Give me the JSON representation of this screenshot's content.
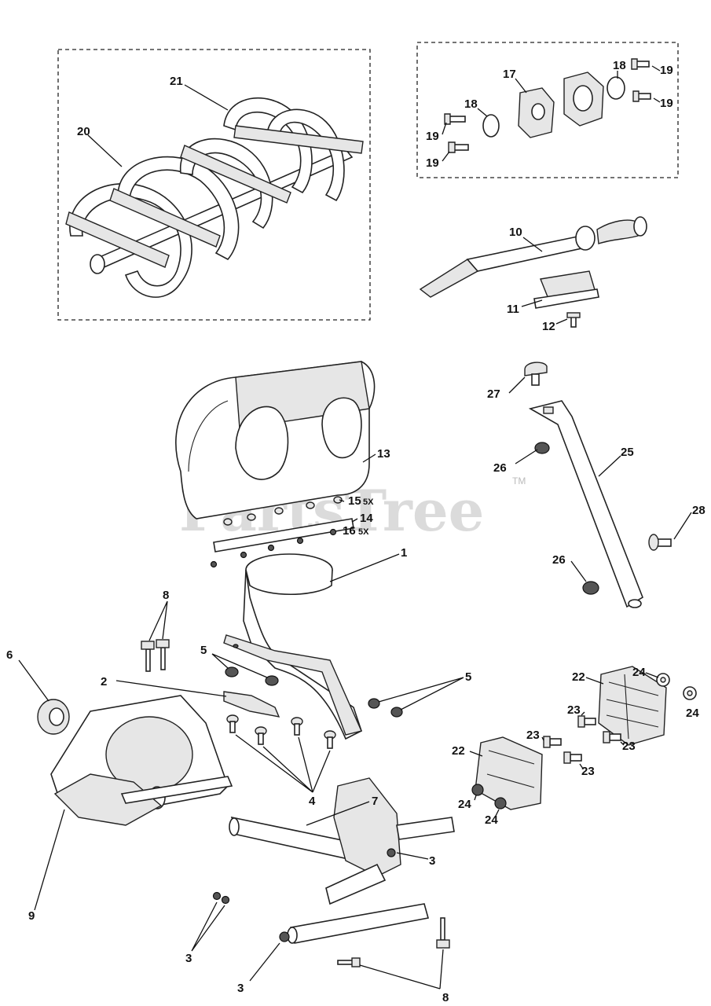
{
  "watermark": {
    "text": "PartsTree",
    "tm": "TM"
  },
  "callouts": {
    "p1": "1",
    "p2": "2",
    "p3a": "3",
    "p3b": "3",
    "p3c": "3",
    "p4": "4",
    "p5a": "5",
    "p5b": "5",
    "p6": "6",
    "p7": "7",
    "p8a": "8",
    "p8b": "8",
    "p9": "9",
    "p10": "10",
    "p11": "11",
    "p12": "12",
    "p13": "13",
    "p14": "14",
    "p15": "15",
    "p15q": "5X",
    "p16": "16",
    "p16q": "5X",
    "p17": "17",
    "p18a": "18",
    "p18b": "18",
    "p19a": "19",
    "p19b": "19",
    "p19c": "19",
    "p19d": "19",
    "p20": "20",
    "p21": "21",
    "p22a": "22",
    "p22b": "22",
    "p23a": "23",
    "p23b": "23",
    "p23c": "23",
    "p23d": "23",
    "p24a": "24",
    "p24b": "24",
    "p24c": "24",
    "p24d": "24",
    "p25": "25",
    "p26a": "26",
    "p26b": "26",
    "p27": "27",
    "p28": "28"
  }
}
